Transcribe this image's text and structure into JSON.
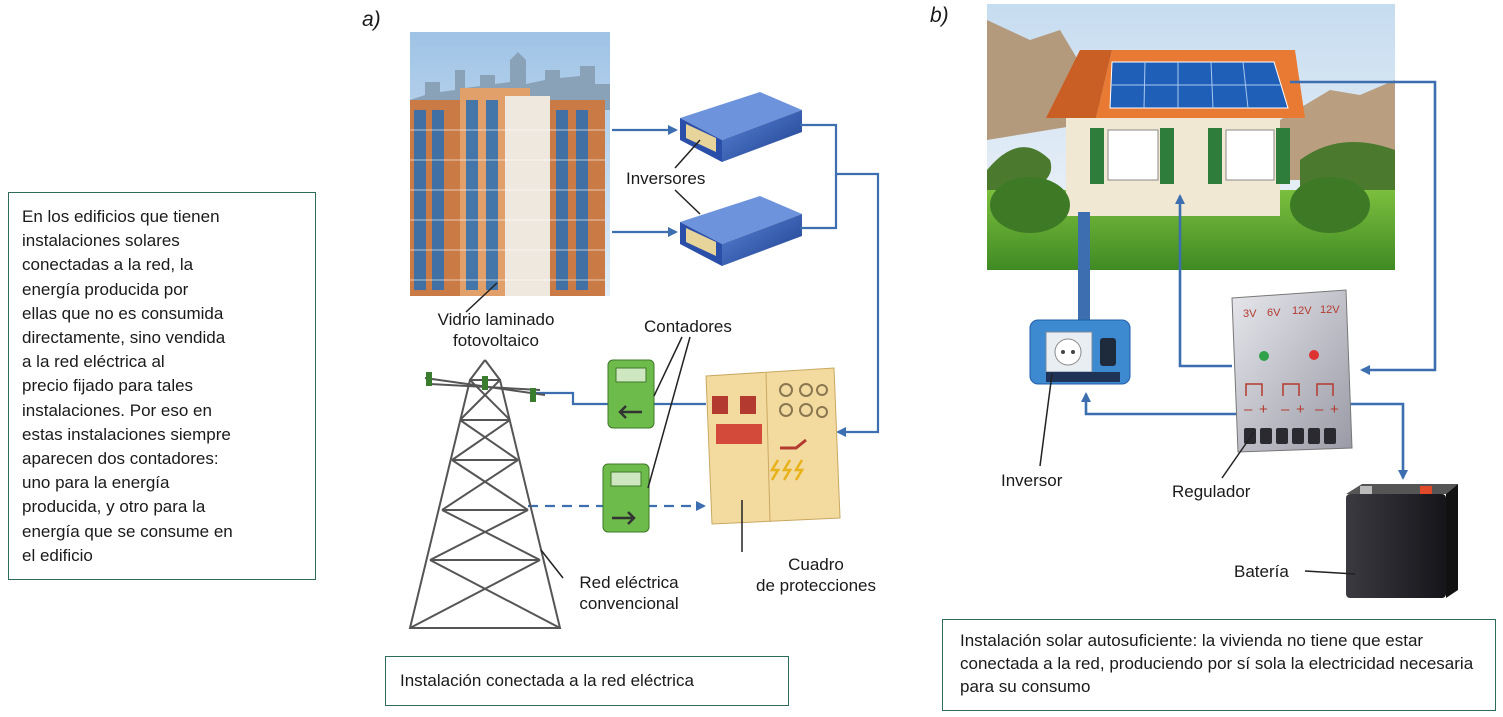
{
  "panel_a": {
    "letter": "a)",
    "labels": {
      "inversores": "Inversores",
      "contadores": "Contadores",
      "vidrio_1": "Vidrio laminado",
      "vidrio_2": "fotovoltaico",
      "red_1": "Red eléctrica",
      "red_2": "convencional",
      "cuadro_1": "Cuadro",
      "cuadro_2": "de protecciones"
    },
    "caption": "Instalación conectada a la red eléctrica"
  },
  "panel_b": {
    "letter": "b)",
    "labels": {
      "inversor": "Inversor",
      "regulador": "Regulador",
      "bateria": "Batería"
    },
    "regulator_voltages": [
      "3V",
      "6V",
      "12V",
      "12V"
    ],
    "regulator_polarity": [
      "–",
      "+",
      "–",
      "+",
      "–",
      "+"
    ],
    "caption": "Instalación solar autosuficiente: la vivienda no tiene que estar conectada a la red, produciendo por sí sola la electricidad necesaria para su consumo"
  },
  "side_text": {
    "lines": [
      "En los edificios que tienen",
      "instalaciones solares",
      "conectadas a la red, la",
      "energía producida por",
      "ellas que no es consumida",
      "directamente, sino vendida",
      "a la red eléctrica al",
      "precio fijado para tales",
      "instalaciones. Por eso en",
      "estas instalaciones siempre",
      "aparecen dos contadores:",
      "uno para la energía",
      "producida, y otro para la",
      "energía que se consume en",
      "el edificio"
    ]
  },
  "colors": {
    "wire": "#3d6fb0",
    "box_border": "#2e6b5a",
    "meter_green": "#6dbb4a",
    "panel_beige": "#f3dba0",
    "inverter_blue": "#2a4fa8"
  }
}
